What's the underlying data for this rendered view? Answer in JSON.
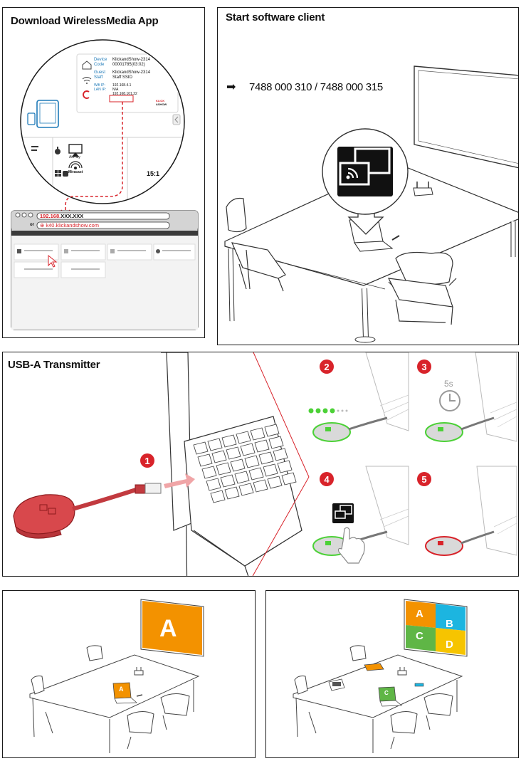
{
  "panels": {
    "download_title": "Download WirelessMedia App",
    "start_title": "Start software client",
    "usb_title": "USB-A Transmitter"
  },
  "device_card": {
    "rows": [
      {
        "label1": "Device",
        "label2": "Code",
        "value1": "KlickandShow-2314",
        "value2": "00001785(03:02)"
      },
      {
        "label1": "Guest",
        "label2": "Staff",
        "value1": "KlickandShow-2314",
        "value2": "Staff SSID"
      },
      {
        "label1": "Wifi IP:",
        "label2": "LAN IP:",
        "value1": "192.168.4.1",
        "value2": "N/A",
        "value3": "192.168.101.22"
      }
    ],
    "logo_text1": "KLICK",
    "logo_text2": "&SHOW"
  },
  "magnified_ui": {
    "airplay": "AirPlay",
    "miracast": "Miracast",
    "time": "15:1"
  },
  "browser": {
    "url_red": "192.168.",
    "url_rest": "XXX.XXX",
    "or": "or",
    "url2": "k40.klickandshow.com"
  },
  "software": {
    "arrow": "➡",
    "article_numbers": "7488 000 310 / 7488 000 315"
  },
  "steps": {
    "s1": "1",
    "s2": "2",
    "s3": "3",
    "s4": "4",
    "s5": "5",
    "timer": "5s"
  },
  "screens": {
    "single": "A",
    "quad": [
      "A",
      "B",
      "C",
      "D"
    ]
  },
  "colors": {
    "accent_red": "#d8232a",
    "orange": "#f39200",
    "blue": "#1cb5e0",
    "green": "#5fb646",
    "yellow": "#f6c400",
    "led_green": "#4cd137"
  }
}
